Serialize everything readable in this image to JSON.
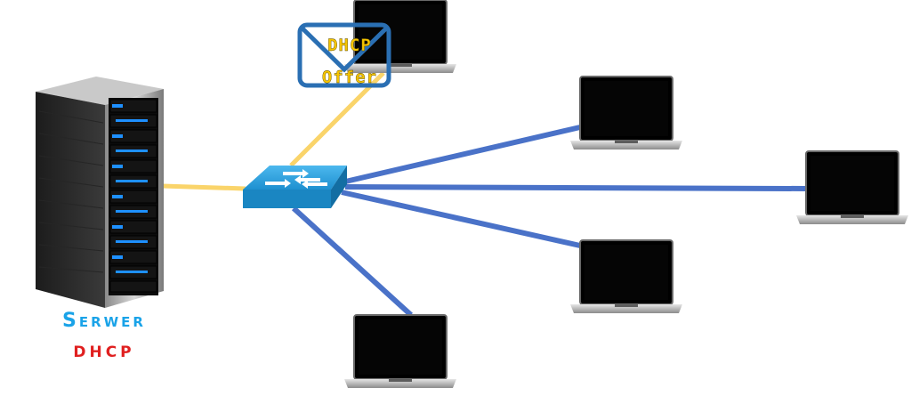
{
  "server": {
    "label_line1": "Serwer",
    "label_line2": "DHCP"
  },
  "message": {
    "line1": "DHCP",
    "line2": "Offer"
  },
  "colors": {
    "label_blue": "#1aa3e8",
    "label_red": "#e02020",
    "message_text": "#f5c400",
    "envelope": "#2a6fb3",
    "link_active": "#fad46a",
    "link_idle": "#4a72c8",
    "switch": "#1e90d0"
  }
}
